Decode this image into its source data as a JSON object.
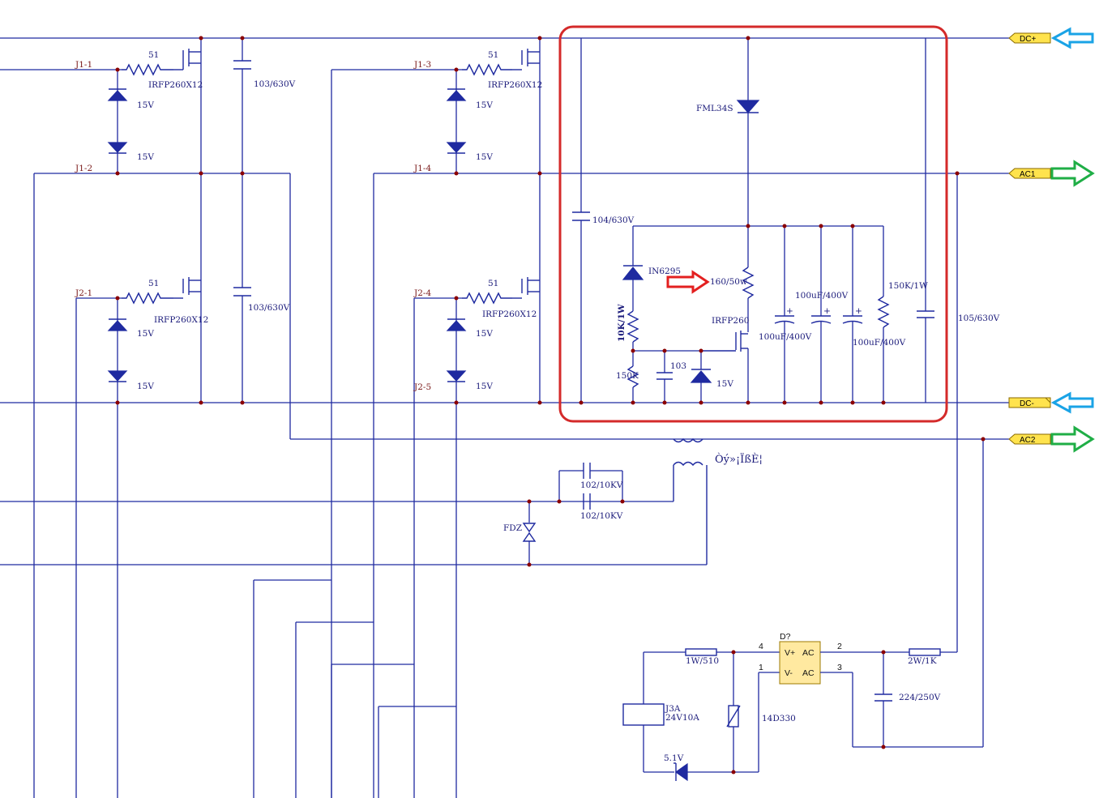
{
  "colors": {
    "wire": "#1f2aa0",
    "junction": "#8b0000",
    "highlight_box": "#d42a2a",
    "arrow_blue": "#1aa3e6",
    "arrow_green": "#1fae46",
    "arrow_red": "#e32020",
    "port_fill": "#ffe34d"
  },
  "ports": {
    "dc_plus": "DC+",
    "ac1": "AC1",
    "dc_minus": "DC-",
    "ac2": "AC2"
  },
  "connectors": {
    "j1_1": "J1-1",
    "j1_2": "J1-2",
    "j2_1": "J2-1",
    "j1_3": "J1-3",
    "j1_4": "J1-4",
    "j2_4": "J2-4",
    "j2_5": "J2-5"
  },
  "gate_resistor": "51",
  "zener_15v": "15V",
  "mosfet_bank": "IRFP260X12",
  "left_caps": {
    "c1": "103/630V",
    "c2": "103/630V"
  },
  "snubber": {
    "cap_104": "104/630V",
    "diode_fml": "FML34S",
    "diode_in": "IN6295",
    "res_main": "160/50w",
    "res_10k": "10K/1W",
    "res_150k_small": "150K",
    "cap_103": "103",
    "zener": "15V",
    "mosfet": "IRFP260",
    "cap_100uf_a": "100uF/400V",
    "cap_100uf_b": "100uF/400V",
    "cap_100uf_c": "100uF/400V",
    "res_150k_1w": "150K/1W"
  },
  "cap_105": "105/630V",
  "transformer_label": "Òý»¡ÏßÈ¦",
  "hv_caps": {
    "c1": "102/10KV",
    "c2": "102/10KV"
  },
  "fdz": "FDZ",
  "bridge": {
    "ref": "D?",
    "vplus": "V+",
    "vminus": "V-",
    "ac_top": "AC",
    "ac_bottom": "AC",
    "pin4": "4",
    "pin2": "2",
    "pin1": "1",
    "pin3": "3"
  },
  "relay_section": {
    "res_1w510": "1W/510",
    "relay_ref": "J3A",
    "relay_value": "24V10A",
    "varistor": "14D330",
    "zener_5v1": "5.1V",
    "res_2w1k": "2W/1K",
    "cap_224": "224/250V"
  },
  "icons": [
    "mosfet-symbol",
    "zener-diode-symbol",
    "resistor-symbol",
    "capacitor-symbol",
    "transformer-symbol",
    "arrow-icon"
  ]
}
